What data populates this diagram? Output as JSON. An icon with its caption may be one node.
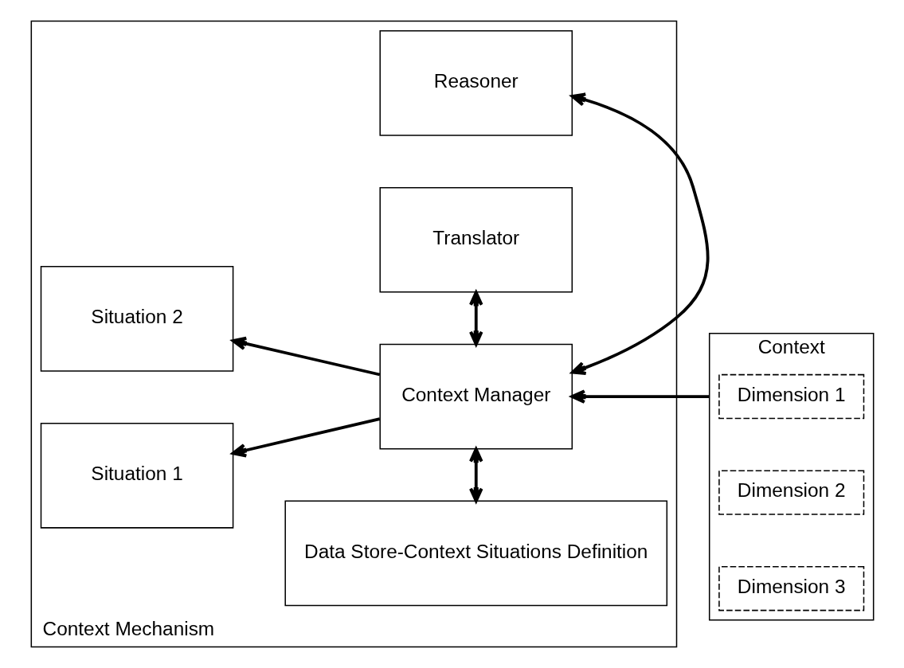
{
  "diagram": {
    "nodes": [
      {
        "text": [
          "Context Mechanism"
        ]
      },
      {
        "text": [
          "Situation 1"
        ],
        "in": 0
      },
      {
        "text": [
          "Situation 2"
        ],
        "in": 0
      },
      {
        "text": [
          "Data Store-Context Situations Definition"
        ],
        "in": 0
      },
      {
        "text": [
          "Context Manager"
        ],
        "in": 0
      },
      {
        "text": [
          "Reasoner"
        ],
        "in": 0
      },
      {
        "text": [
          "Translator"
        ],
        "in": 0
      },
      {
        "text": [
          "Context"
        ]
      },
      {
        "text": [
          "Dimension 1"
        ],
        "in": 7
      },
      {
        "text": [
          "Dimension 2"
        ],
        "in": 7
      },
      {
        "text": [
          "Dimension 3"
        ],
        "in": 7
      }
    ],
    "edges": [
      {
        "from": 4,
        "to": 1,
        "arrow": "to"
      },
      {
        "from": 4,
        "to": 2,
        "arrow": "to"
      },
      {
        "from": 3,
        "to": 4,
        "arrow": "both"
      },
      {
        "from": 4,
        "to": 5,
        "arrow": "both"
      },
      {
        "from": 4,
        "to": 6,
        "arrow": "both"
      },
      {
        "from": 7,
        "to": 4,
        "arrow": "to"
      }
    ]
  }
}
